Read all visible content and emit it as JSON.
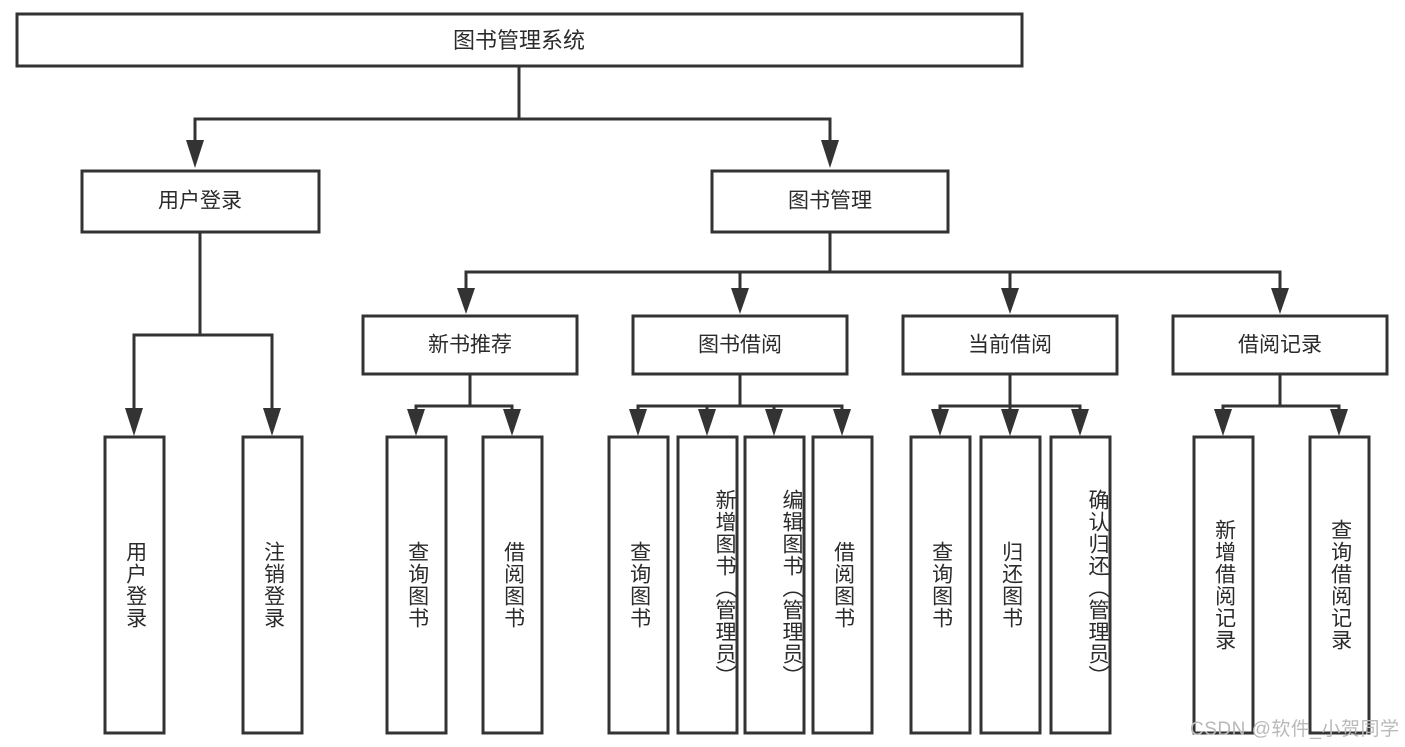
{
  "diagram": {
    "type": "tree",
    "title": "图书管理系统",
    "orientation": "top-down",
    "colors": {
      "box_fill": "#ffffff",
      "box_stroke": "#333333",
      "text": "#2b2b2b",
      "watermark": "#b9b9b9",
      "background": "#ffffff"
    },
    "root": {
      "label": "图书管理系统"
    },
    "level2": [
      {
        "label": "用户登录"
      },
      {
        "label": "图书管理"
      }
    ],
    "level3": [
      {
        "label": "新书推荐"
      },
      {
        "label": "图书借阅"
      },
      {
        "label": "当前借阅"
      },
      {
        "label": "借阅记录"
      }
    ],
    "leaves": {
      "user_login": [
        {
          "label": "用户登录"
        },
        {
          "label": "注销登录"
        }
      ],
      "new_book_recommend": [
        {
          "label": "查询图书"
        },
        {
          "label": "借阅图书"
        }
      ],
      "book_borrow": [
        {
          "label": "查询图书"
        },
        {
          "label": "新增图书（管理员）"
        },
        {
          "label": "编辑图书（管理员）"
        },
        {
          "label": "借阅图书"
        }
      ],
      "current_borrow": [
        {
          "label": "查询图书"
        },
        {
          "label": "归还图书"
        },
        {
          "label": "确认归还（管理员）"
        }
      ],
      "borrow_record": [
        {
          "label": "新增借阅记录"
        },
        {
          "label": "查询借阅记录"
        }
      ]
    },
    "watermark": "CSDN @软件_小贺同学"
  }
}
